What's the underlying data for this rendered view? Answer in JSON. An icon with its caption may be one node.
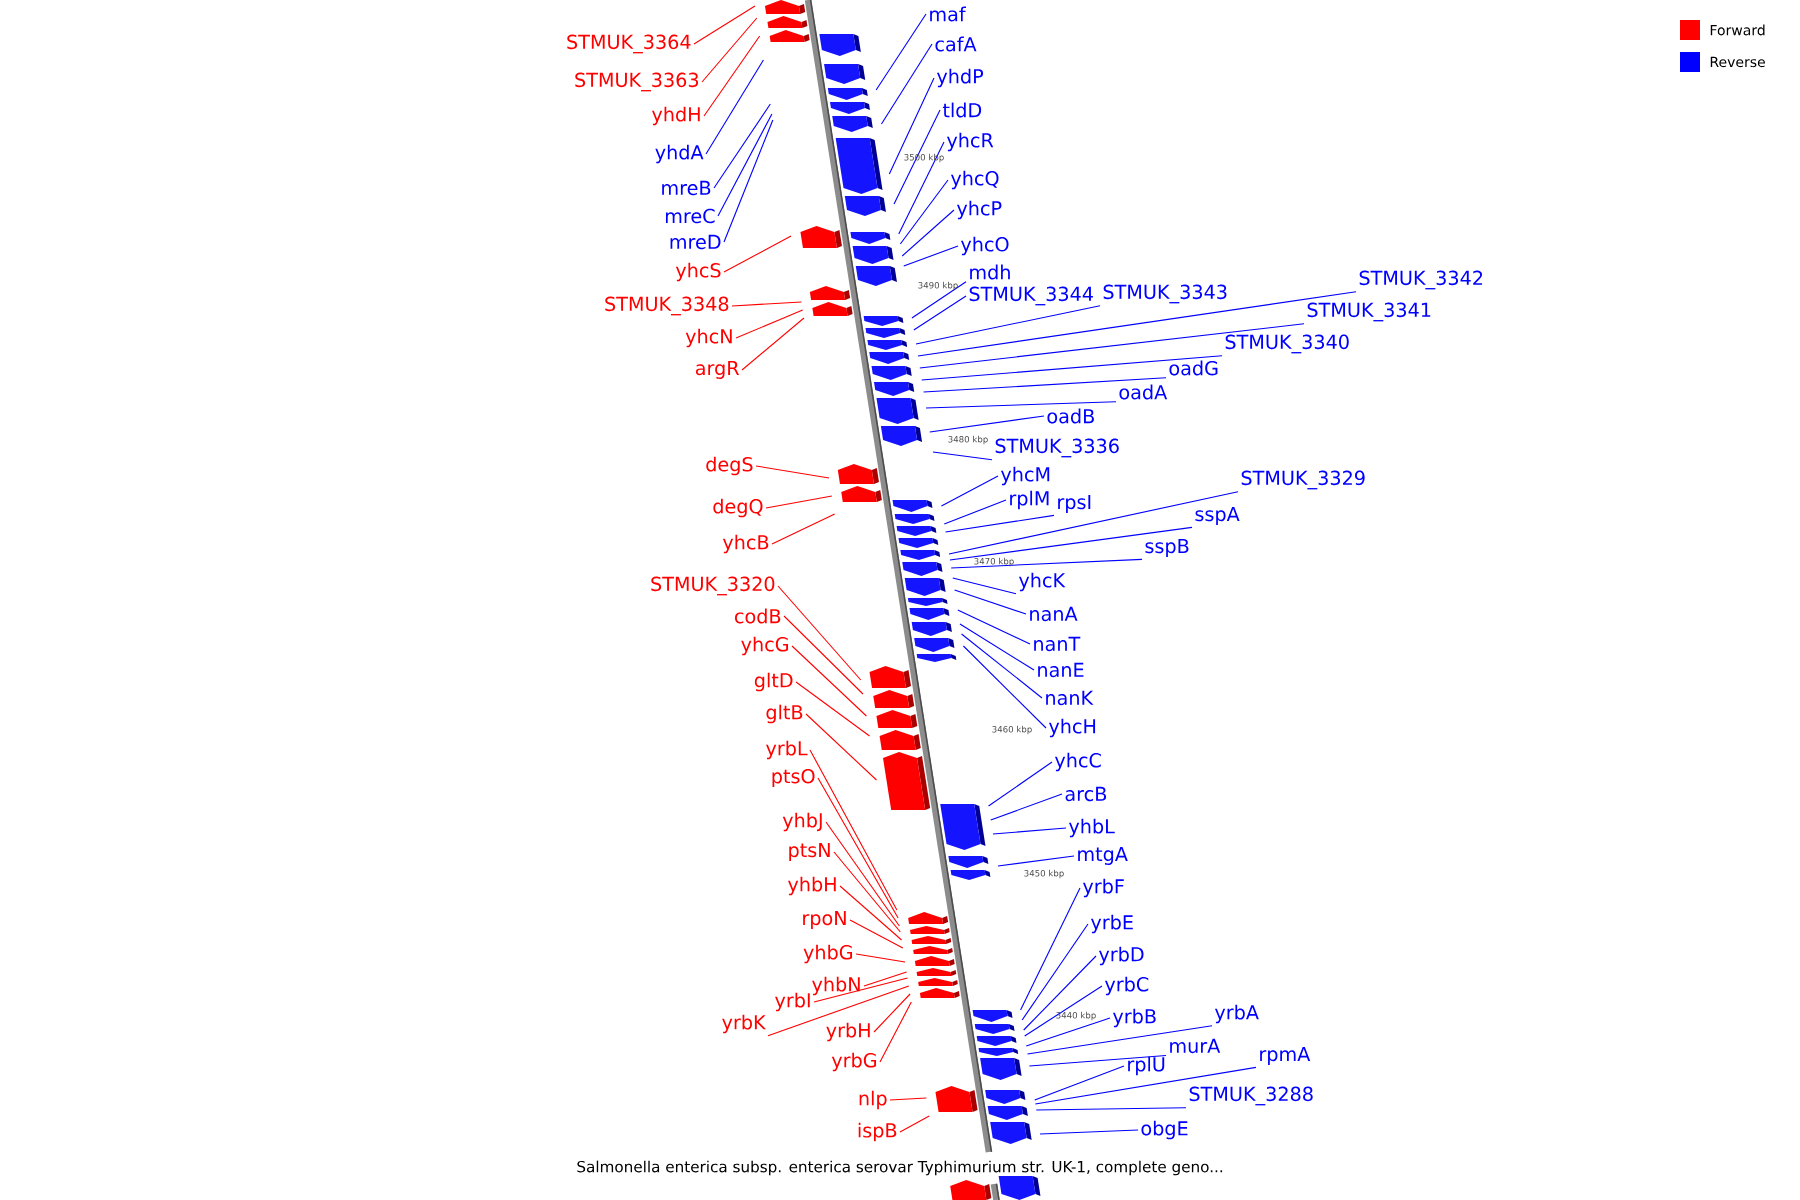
{
  "diagram": {
    "caption": "Salmonella enterica subsp. enterica serovar Typhimurium str. UK-1, complete geno...",
    "nodes": [
      {
        "text": [
          "STMUK_3364"
        ]
      },
      {
        "text": [
          "STMUK_3363"
        ]
      },
      {
        "text": [
          "yhdH"
        ]
      },
      {
        "text": [
          "yhdA"
        ]
      },
      {
        "text": [
          "mreB"
        ]
      },
      {
        "text": [
          "mreC"
        ]
      },
      {
        "text": [
          "mreD"
        ]
      },
      {
        "text": [
          "yhcS"
        ]
      },
      {
        "text": [
          "STMUK_3348"
        ]
      },
      {
        "text": [
          "yhcN"
        ]
      },
      {
        "text": [
          "argR"
        ]
      },
      {
        "text": [
          "degS"
        ]
      },
      {
        "text": [
          "degQ"
        ]
      },
      {
        "text": [
          "yhcB"
        ]
      },
      {
        "text": [
          "STMUK_3320"
        ]
      },
      {
        "text": [
          "codB"
        ]
      },
      {
        "text": [
          "yhcG"
        ]
      },
      {
        "text": [
          "gltD"
        ]
      },
      {
        "text": [
          "gltB"
        ]
      },
      {
        "text": [
          "yrbL"
        ]
      },
      {
        "text": [
          "ptsO"
        ]
      },
      {
        "text": [
          "yhbJ"
        ]
      },
      {
        "text": [
          "ptsN"
        ]
      },
      {
        "text": [
          "yhbH"
        ]
      },
      {
        "text": [
          "rpoN"
        ]
      },
      {
        "text": [
          "yhbG"
        ]
      },
      {
        "text": [
          "yhbN"
        ]
      },
      {
        "text": [
          "yrbK"
        ]
      },
      {
        "text": [
          "yrbI"
        ]
      },
      {
        "text": [
          "yrbH"
        ]
      },
      {
        "text": [
          "yrbG"
        ]
      },
      {
        "text": [
          "nlp"
        ]
      },
      {
        "text": [
          "ispB"
        ]
      },
      {
        "text": [
          "maf"
        ]
      },
      {
        "text": [
          "cafA"
        ]
      },
      {
        "text": [
          "yhdP"
        ]
      },
      {
        "text": [
          "tldD"
        ]
      },
      {
        "text": [
          "yhcR"
        ]
      },
      {
        "text": [
          "yhcQ"
        ]
      },
      {
        "text": [
          "yhcP"
        ]
      },
      {
        "text": [
          "yhcO"
        ]
      },
      {
        "text": [
          "mdh"
        ]
      },
      {
        "text": [
          "STMUK_3344"
        ]
      },
      {
        "text": [
          "STMUK_3343"
        ]
      },
      {
        "text": [
          "STMUK_3342"
        ]
      },
      {
        "text": [
          "STMUK_3341"
        ]
      },
      {
        "text": [
          "STMUK_3340"
        ]
      },
      {
        "text": [
          "oadG"
        ]
      },
      {
        "text": [
          "oadA"
        ]
      },
      {
        "text": [
          "oadB"
        ]
      },
      {
        "text": [
          "STMUK_3336"
        ]
      },
      {
        "text": [
          "yhcM"
        ]
      },
      {
        "text": [
          "rplM"
        ]
      },
      {
        "text": [
          "rpsI"
        ]
      },
      {
        "text": [
          "STMUK_3329"
        ]
      },
      {
        "text": [
          "sspA"
        ]
      },
      {
        "text": [
          "sspB"
        ]
      },
      {
        "text": [
          "yhcK"
        ]
      },
      {
        "text": [
          "nanA"
        ]
      },
      {
        "text": [
          "nanT"
        ]
      },
      {
        "text": [
          "nanE"
        ]
      },
      {
        "text": [
          "nanK"
        ]
      },
      {
        "text": [
          "yhcH"
        ]
      },
      {
        "text": [
          "yhcC"
        ]
      },
      {
        "text": [
          "arcB"
        ]
      },
      {
        "text": [
          "yhbL"
        ]
      },
      {
        "text": [
          "mtgA"
        ]
      },
      {
        "text": [
          "yrbF"
        ]
      },
      {
        "text": [
          "yrbE"
        ]
      },
      {
        "text": [
          "yrbD"
        ]
      },
      {
        "text": [
          "yrbC"
        ]
      },
      {
        "text": [
          "yrbB"
        ]
      },
      {
        "text": [
          "yrbA"
        ]
      },
      {
        "text": [
          "murA"
        ]
      },
      {
        "text": [
          "rpmA"
        ]
      },
      {
        "text": [
          "rplU"
        ]
      },
      {
        "text": [
          "STMUK_3288"
        ]
      },
      {
        "text": [
          "obgE"
        ]
      }
    ],
    "edges": [
      {
        "from": 0,
        "to": null,
        "arrow": "none",
        "color": "#ff0000"
      },
      {
        "from": 1,
        "to": null,
        "arrow": "none",
        "color": "#ff0000"
      },
      {
        "from": 2,
        "to": null,
        "arrow": "none",
        "color": "#ff0000"
      },
      {
        "from": 3,
        "to": null,
        "arrow": "none"
      },
      {
        "from": 4,
        "to": null,
        "arrow": "none"
      },
      {
        "from": 5,
        "to": null,
        "arrow": "none"
      },
      {
        "from": 6,
        "to": null,
        "arrow": "none"
      },
      {
        "from": 7,
        "to": null,
        "arrow": "none",
        "color": "#ff0000"
      },
      {
        "from": 8,
        "to": null,
        "arrow": "none",
        "color": "#ff0000"
      },
      {
        "from": 9,
        "to": null,
        "arrow": "none",
        "color": "#ff0000"
      },
      {
        "from": 10,
        "to": null,
        "arrow": "none",
        "color": "#ff0000"
      },
      {
        "from": 11,
        "to": null,
        "arrow": "none",
        "color": "#ff0000"
      },
      {
        "from": 12,
        "to": null,
        "arrow": "none",
        "color": "#ff0000"
      },
      {
        "from": 13,
        "to": null,
        "arrow": "none",
        "color": "#ff0000"
      },
      {
        "from": 14,
        "to": null,
        "arrow": "none",
        "color": "#ff0000"
      },
      {
        "from": 15,
        "to": null,
        "arrow": "none",
        "color": "#ff0000"
      },
      {
        "from": 16,
        "to": null,
        "arrow": "none",
        "color": "#ff0000"
      },
      {
        "from": 17,
        "to": null,
        "arrow": "none",
        "color": "#ff0000"
      },
      {
        "from": 18,
        "to": null,
        "arrow": "none",
        "color": "#ff0000"
      },
      {
        "from": 19,
        "to": null,
        "arrow": "none",
        "color": "#ff0000"
      },
      {
        "from": 20,
        "to": null,
        "arrow": "none",
        "color": "#ff0000"
      },
      {
        "from": 21,
        "to": null,
        "arrow": "none",
        "color": "#ff0000"
      },
      {
        "from": 22,
        "to": null,
        "arrow": "none",
        "color": "#ff0000"
      },
      {
        "from": 23,
        "to": null,
        "arrow": "none",
        "color": "#ff0000"
      },
      {
        "from": 24,
        "to": null,
        "arrow": "none",
        "color": "#ff0000"
      },
      {
        "from": 25,
        "to": null,
        "arrow": "none",
        "color": "#ff0000"
      },
      {
        "from": 26,
        "to": null,
        "arrow": "none",
        "color": "#ff0000"
      },
      {
        "from": 27,
        "to": null,
        "arrow": "none",
        "color": "#ff0000"
      },
      {
        "from": 28,
        "to": null,
        "arrow": "none",
        "color": "#ff0000"
      },
      {
        "from": 29,
        "to": null,
        "arrow": "none",
        "color": "#ff0000"
      },
      {
        "from": 30,
        "to": null,
        "arrow": "none",
        "color": "#ff0000"
      },
      {
        "from": 31,
        "to": null,
        "arrow": "none",
        "color": "#ff0000"
      },
      {
        "from": 32,
        "to": null,
        "arrow": "none",
        "color": "#ff0000"
      },
      {
        "from": 33,
        "to": null,
        "arrow": "none"
      },
      {
        "from": 34,
        "to": null,
        "arrow": "none"
      },
      {
        "from": 35,
        "to": null,
        "arrow": "none"
      },
      {
        "from": 36,
        "to": null,
        "arrow": "none"
      },
      {
        "from": 37,
        "to": null,
        "arrow": "none"
      },
      {
        "from": 38,
        "to": null,
        "arrow": "none"
      },
      {
        "from": 39,
        "to": null,
        "arrow": "none"
      },
      {
        "from": 40,
        "to": null,
        "arrow": "none"
      },
      {
        "from": 41,
        "to": null,
        "arrow": "none"
      },
      {
        "from": 42,
        "to": null,
        "arrow": "none"
      },
      {
        "from": 43,
        "to": null,
        "arrow": "none"
      },
      {
        "from": 44,
        "to": null,
        "arrow": "none"
      },
      {
        "from": 45,
        "to": null,
        "arrow": "none"
      },
      {
        "from": 46,
        "to": null,
        "arrow": "none"
      },
      {
        "from": 47,
        "to": null,
        "arrow": "none"
      },
      {
        "from": 48,
        "to": null,
        "arrow": "none"
      },
      {
        "from": 49,
        "to": null,
        "arrow": "none"
      },
      {
        "from": 50,
        "to": null,
        "arrow": "none"
      },
      {
        "from": 51,
        "to": null,
        "arrow": "none"
      },
      {
        "from": 52,
        "to": null,
        "arrow": "none"
      },
      {
        "from": 53,
        "to": null,
        "arrow": "none"
      },
      {
        "from": 54,
        "to": null,
        "arrow": "none"
      },
      {
        "from": 55,
        "to": null,
        "arrow": "none"
      },
      {
        "from": 56,
        "to": null,
        "arrow": "none"
      },
      {
        "from": 57,
        "to": null,
        "arrow": "none"
      },
      {
        "from": 58,
        "to": null,
        "arrow": "none"
      },
      {
        "from": 59,
        "to": null,
        "arrow": "none"
      },
      {
        "from": 60,
        "to": null,
        "arrow": "none"
      },
      {
        "from": 61,
        "to": null,
        "arrow": "none"
      },
      {
        "from": 62,
        "to": null,
        "arrow": "none"
      },
      {
        "from": 63,
        "to": null,
        "arrow": "none"
      },
      {
        "from": 64,
        "to": null,
        "arrow": "none"
      },
      {
        "from": 65,
        "to": null,
        "arrow": "none"
      },
      {
        "from": 66,
        "to": null,
        "arrow": "none"
      },
      {
        "from": 67,
        "to": null,
        "arrow": "none"
      },
      {
        "from": 68,
        "to": null,
        "arrow": "none"
      },
      {
        "from": 69,
        "to": null,
        "arrow": "none"
      },
      {
        "from": 70,
        "to": null,
        "arrow": "none"
      },
      {
        "from": 71,
        "to": null,
        "arrow": "none"
      },
      {
        "from": 72,
        "to": null,
        "arrow": "none"
      },
      {
        "from": 73,
        "to": null,
        "arrow": "none"
      },
      {
        "from": 74,
        "to": null,
        "arrow": "none"
      },
      {
        "from": 75,
        "to": null,
        "arrow": "none"
      },
      {
        "from": 76,
        "to": null,
        "arrow": "none"
      },
      {
        "from": 77,
        "to": null,
        "arrow": "none"
      }
    ],
    "labels": [
      "3500 kbp",
      "3490 kbp",
      "3480 kbp",
      "3470 kbp",
      "3460 kbp",
      "3450 kbp",
      "3440 kbp"
    ],
    "legend": [
      {
        "text": "Forward",
        "color": "#ff0000"
      },
      {
        "text": "Reverse",
        "color": "#0000ff"
      }
    ]
  }
}
